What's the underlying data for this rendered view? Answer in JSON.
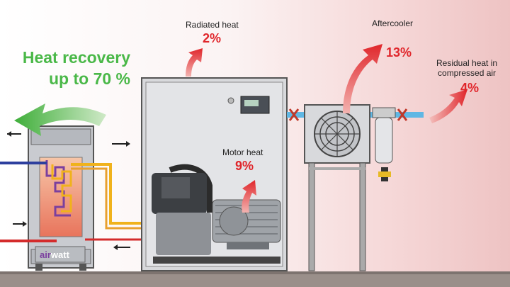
{
  "heat_recovery": {
    "line1": "Heat recovery",
    "line2": "up to 70 %"
  },
  "radiated": {
    "label": "Radiated heat",
    "value": "2%"
  },
  "aftercooler": {
    "label": "Aftercooler",
    "value": "13%"
  },
  "residual": {
    "label_line1": "Residual heat in",
    "label_line2": "compressed air",
    "value": "4%"
  },
  "motor": {
    "label": "Motor heat",
    "value": "9%"
  },
  "brand": {
    "part1": "air",
    "part2": "watt"
  },
  "colors": {
    "accent_red": "#e0262b",
    "green": "#4ab848",
    "brand_purple": "#7b3f9e",
    "hot_pipe": "#f0b21c",
    "cold_pipe": "#2d3f9e",
    "return_pipe": "#d42b2b"
  }
}
